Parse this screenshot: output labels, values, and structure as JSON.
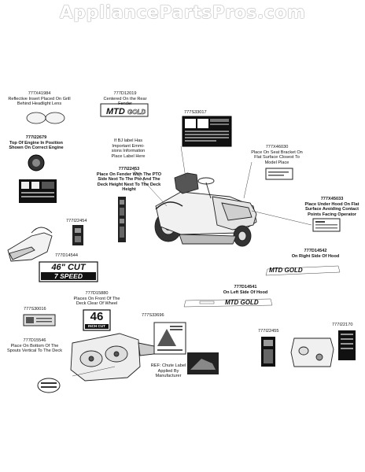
{
  "watermark": "AppliancePartsPros.com",
  "parts": {
    "p1": {
      "number": "777X41984",
      "desc": "Reflective Insert Placed On Grill Behind Headlight Lens"
    },
    "p2": {
      "number": "777D12019",
      "desc": "Centered On the Rear Fender"
    },
    "p3": {
      "number": "777S33017",
      "desc": ""
    },
    "p4": {
      "number": "777I22679",
      "desc": "Top Of Engine In Position Shown On Correct Engine"
    },
    "p5": {
      "number": "",
      "desc": "If BJ label Has Important Emmi- sions Information Place Label Here"
    },
    "p6": {
      "number": "777X46030",
      "desc": "Place On Seat Bracket On Flat Surface Closest To Model Place"
    },
    "p7": {
      "number": "777I22453",
      "desc": "Place On Fender With The PTO Side Next To The Pto And The Deck Height Next To The Deck Height"
    },
    "p8": {
      "number": "777X45033",
      "desc": "Place Under Hood On Flat Surface Avoiding Contact Points Facing Operator"
    },
    "p9": {
      "number": "777I22454",
      "desc": ""
    },
    "p10": {
      "number": "777D14544",
      "desc": ""
    },
    "p11": {
      "number": "777D14542",
      "desc": "On Right Side Of Hood"
    },
    "p12": {
      "number": "777D14541",
      "desc": "On Left Side Of Hood"
    },
    "p13": {
      "number": "777D15880",
      "desc": "Places On Front Of The Deck Clear Of Wheel"
    },
    "p14": {
      "number": "777S30016",
      "desc": ""
    },
    "p15": {
      "number": "777S33696",
      "desc": ""
    },
    "p16": {
      "number": "777D15546",
      "desc": "Place On Bottom Of The Spouts Vertical To The Deck"
    },
    "p17": {
      "number": "777I22455",
      "desc": ""
    },
    "p18": {
      "number": "777I22170",
      "desc": ""
    },
    "p19": {
      "number": "",
      "desc": "REF: Chute Label Applied By Manufacturer"
    }
  },
  "decals": {
    "brand": "MTD GOLD",
    "cut_size": "46\" CUT",
    "speed": "7 SPEED",
    "deck_number": "46",
    "deck_text": "INCH CUT"
  }
}
